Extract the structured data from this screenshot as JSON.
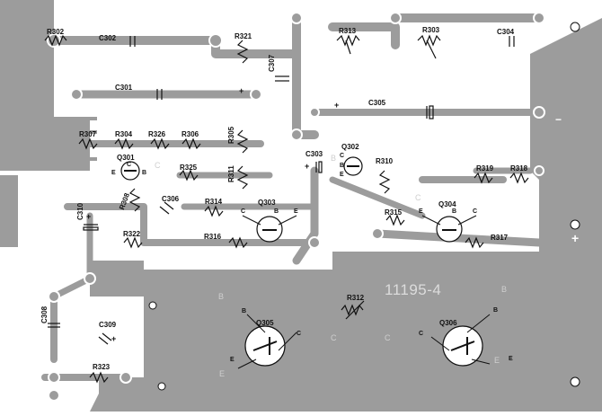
{
  "board_code": "11195-4",
  "colors": {
    "copper": "#9c9c9c",
    "background": "#ffffff",
    "ink": "#111111",
    "faint": "#cfcfcf"
  },
  "components": {
    "resistors": [
      "R302",
      "R303",
      "R304",
      "R305",
      "R306",
      "R307",
      "R308",
      "R310",
      "R311",
      "R312",
      "R313",
      "R314",
      "R315",
      "R316",
      "R317",
      "R318",
      "R319",
      "R321",
      "R322",
      "R323",
      "R325",
      "R326"
    ],
    "capacitors": [
      "C301",
      "C302",
      "C303",
      "C304",
      "C305",
      "C306",
      "C307",
      "C308",
      "C309",
      "C310"
    ],
    "transistors": [
      "Q301",
      "Q302",
      "Q303",
      "Q304",
      "Q305",
      "Q306"
    ]
  },
  "pins": {
    "base": "B",
    "collector": "C",
    "emitter": "E"
  },
  "polarity": {
    "plus": "+",
    "minus": "−"
  }
}
